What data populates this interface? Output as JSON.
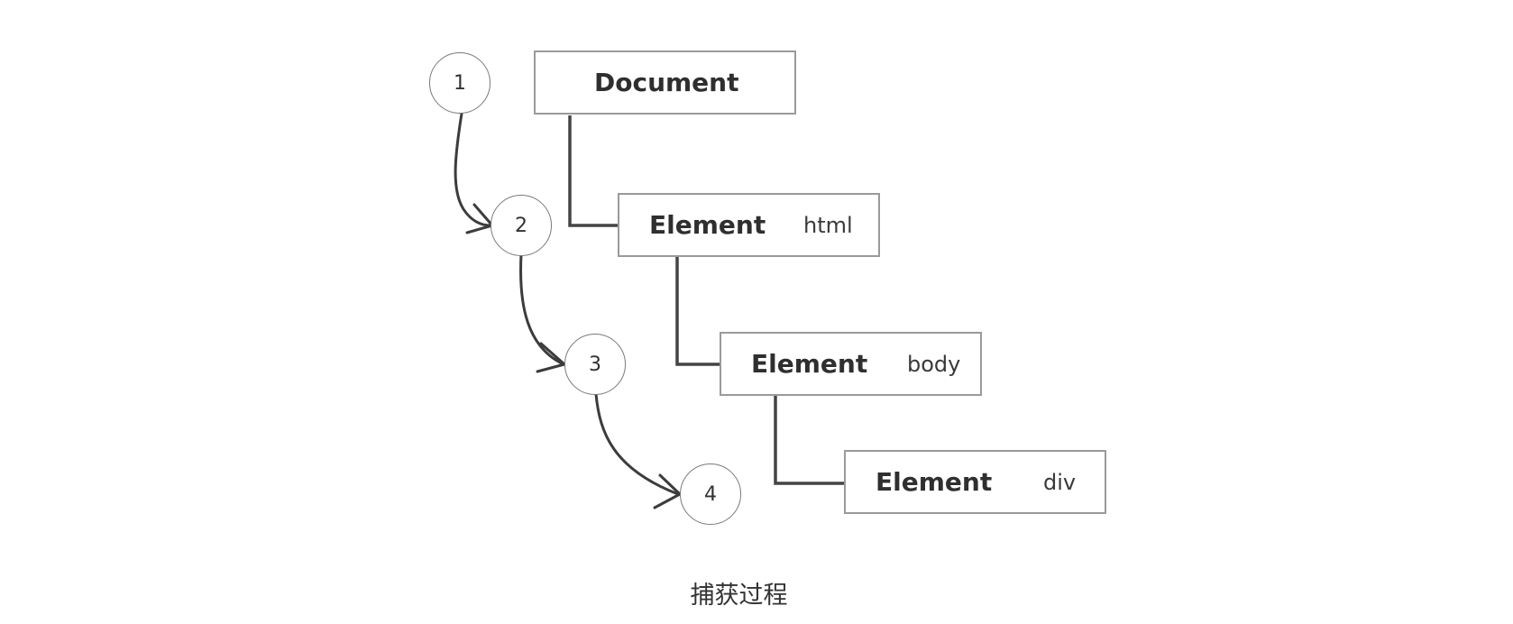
{
  "nodes": [
    {
      "label": "Document",
      "sublabel": ""
    },
    {
      "label": "Element",
      "sublabel": "html"
    },
    {
      "label": "Element",
      "sublabel": "body"
    },
    {
      "label": "Element",
      "sublabel": "div"
    }
  ],
  "steps": [
    "1",
    "2",
    "3",
    "4"
  ],
  "caption": "捕获过程",
  "colors": {
    "box_border": "#9a9a9a",
    "tree_line": "#444444",
    "arrow": "#3c3c3c",
    "circle_border": "#7a7a7a",
    "text": "#333333"
  }
}
